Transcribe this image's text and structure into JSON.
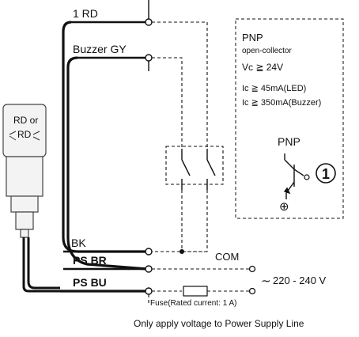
{
  "wires": {
    "red": "1 RD",
    "buzzer": "Buzzer GY",
    "black": "BK",
    "ps_brown": "PS BR",
    "ps_blue": "PS BU"
  },
  "lamp": {
    "line1": "RD or",
    "line2": "RD"
  },
  "output_spec": {
    "type": "PNP",
    "mode": "open-collector",
    "voltage": "Vc ≧ 24V",
    "current_led": "Ic ≧ 45mA(LED)",
    "current_buzzer": "Ic ≧ 350mA(Buzzer)"
  },
  "transistor": {
    "label": "PNP",
    "number": "1",
    "ground": "⊕"
  },
  "common": "COM",
  "supply": {
    "ac_symbol": "∼",
    "range": "220 - 240 V"
  },
  "fuse": "Fuse(Rated current: 1 A)",
  "note": "Only apply voltage to Power Supply Line",
  "colors": {
    "line": "#111111",
    "lamp_body": "#f3f3f3",
    "lamp_stroke": "#444444"
  }
}
